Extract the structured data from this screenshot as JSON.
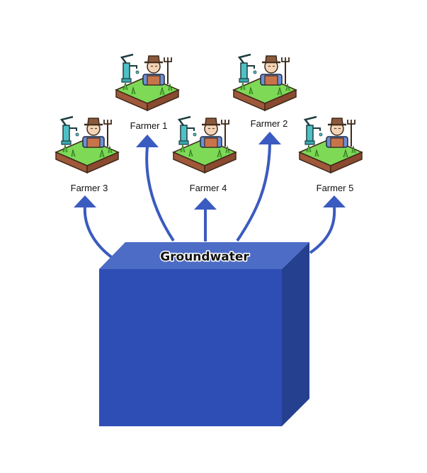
{
  "reservoir": {
    "label": "Groundwater"
  },
  "farmers": [
    {
      "id": "f1",
      "label": "Farmer 1"
    },
    {
      "id": "f2",
      "label": "Farmer 2"
    },
    {
      "id": "f3",
      "label": "Farmer 3"
    },
    {
      "id": "f4",
      "label": "Farmer 4"
    },
    {
      "id": "f5",
      "label": "Farmer 5"
    }
  ],
  "colors": {
    "arrow": "#3a5bbf",
    "box_front": "#2e4eb5",
    "box_top": "#4d6cc6",
    "box_side": "#24408f",
    "grass": "#7ed957",
    "soil": "#a0583a"
  }
}
